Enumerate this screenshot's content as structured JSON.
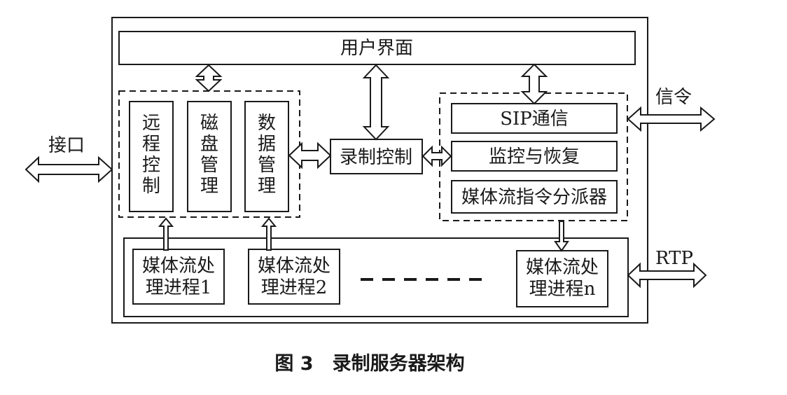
{
  "diagram": {
    "ui_title": "用户界面",
    "modules_left": [
      [
        "远",
        "程",
        "控",
        "制"
      ],
      [
        "磁",
        "盘",
        "管",
        "理"
      ],
      [
        "数",
        "据",
        "管",
        "理"
      ]
    ],
    "record_control": "录制控制",
    "right_group": {
      "sip": "SIP通信",
      "monitor": "监控与恢复",
      "dispatcher": "媒体流指令分派器"
    },
    "processes": [
      {
        "line1": "媒体流处",
        "line2": "理进程1"
      },
      {
        "line1": "媒体流处",
        "line2": "理进程2"
      },
      {
        "line1": "媒体流处",
        "line2": "理进程n"
      }
    ],
    "external": {
      "interface": "接口",
      "signaling": "信令",
      "rtp": "RTP"
    },
    "caption": "图 3　录制服务器架构"
  }
}
